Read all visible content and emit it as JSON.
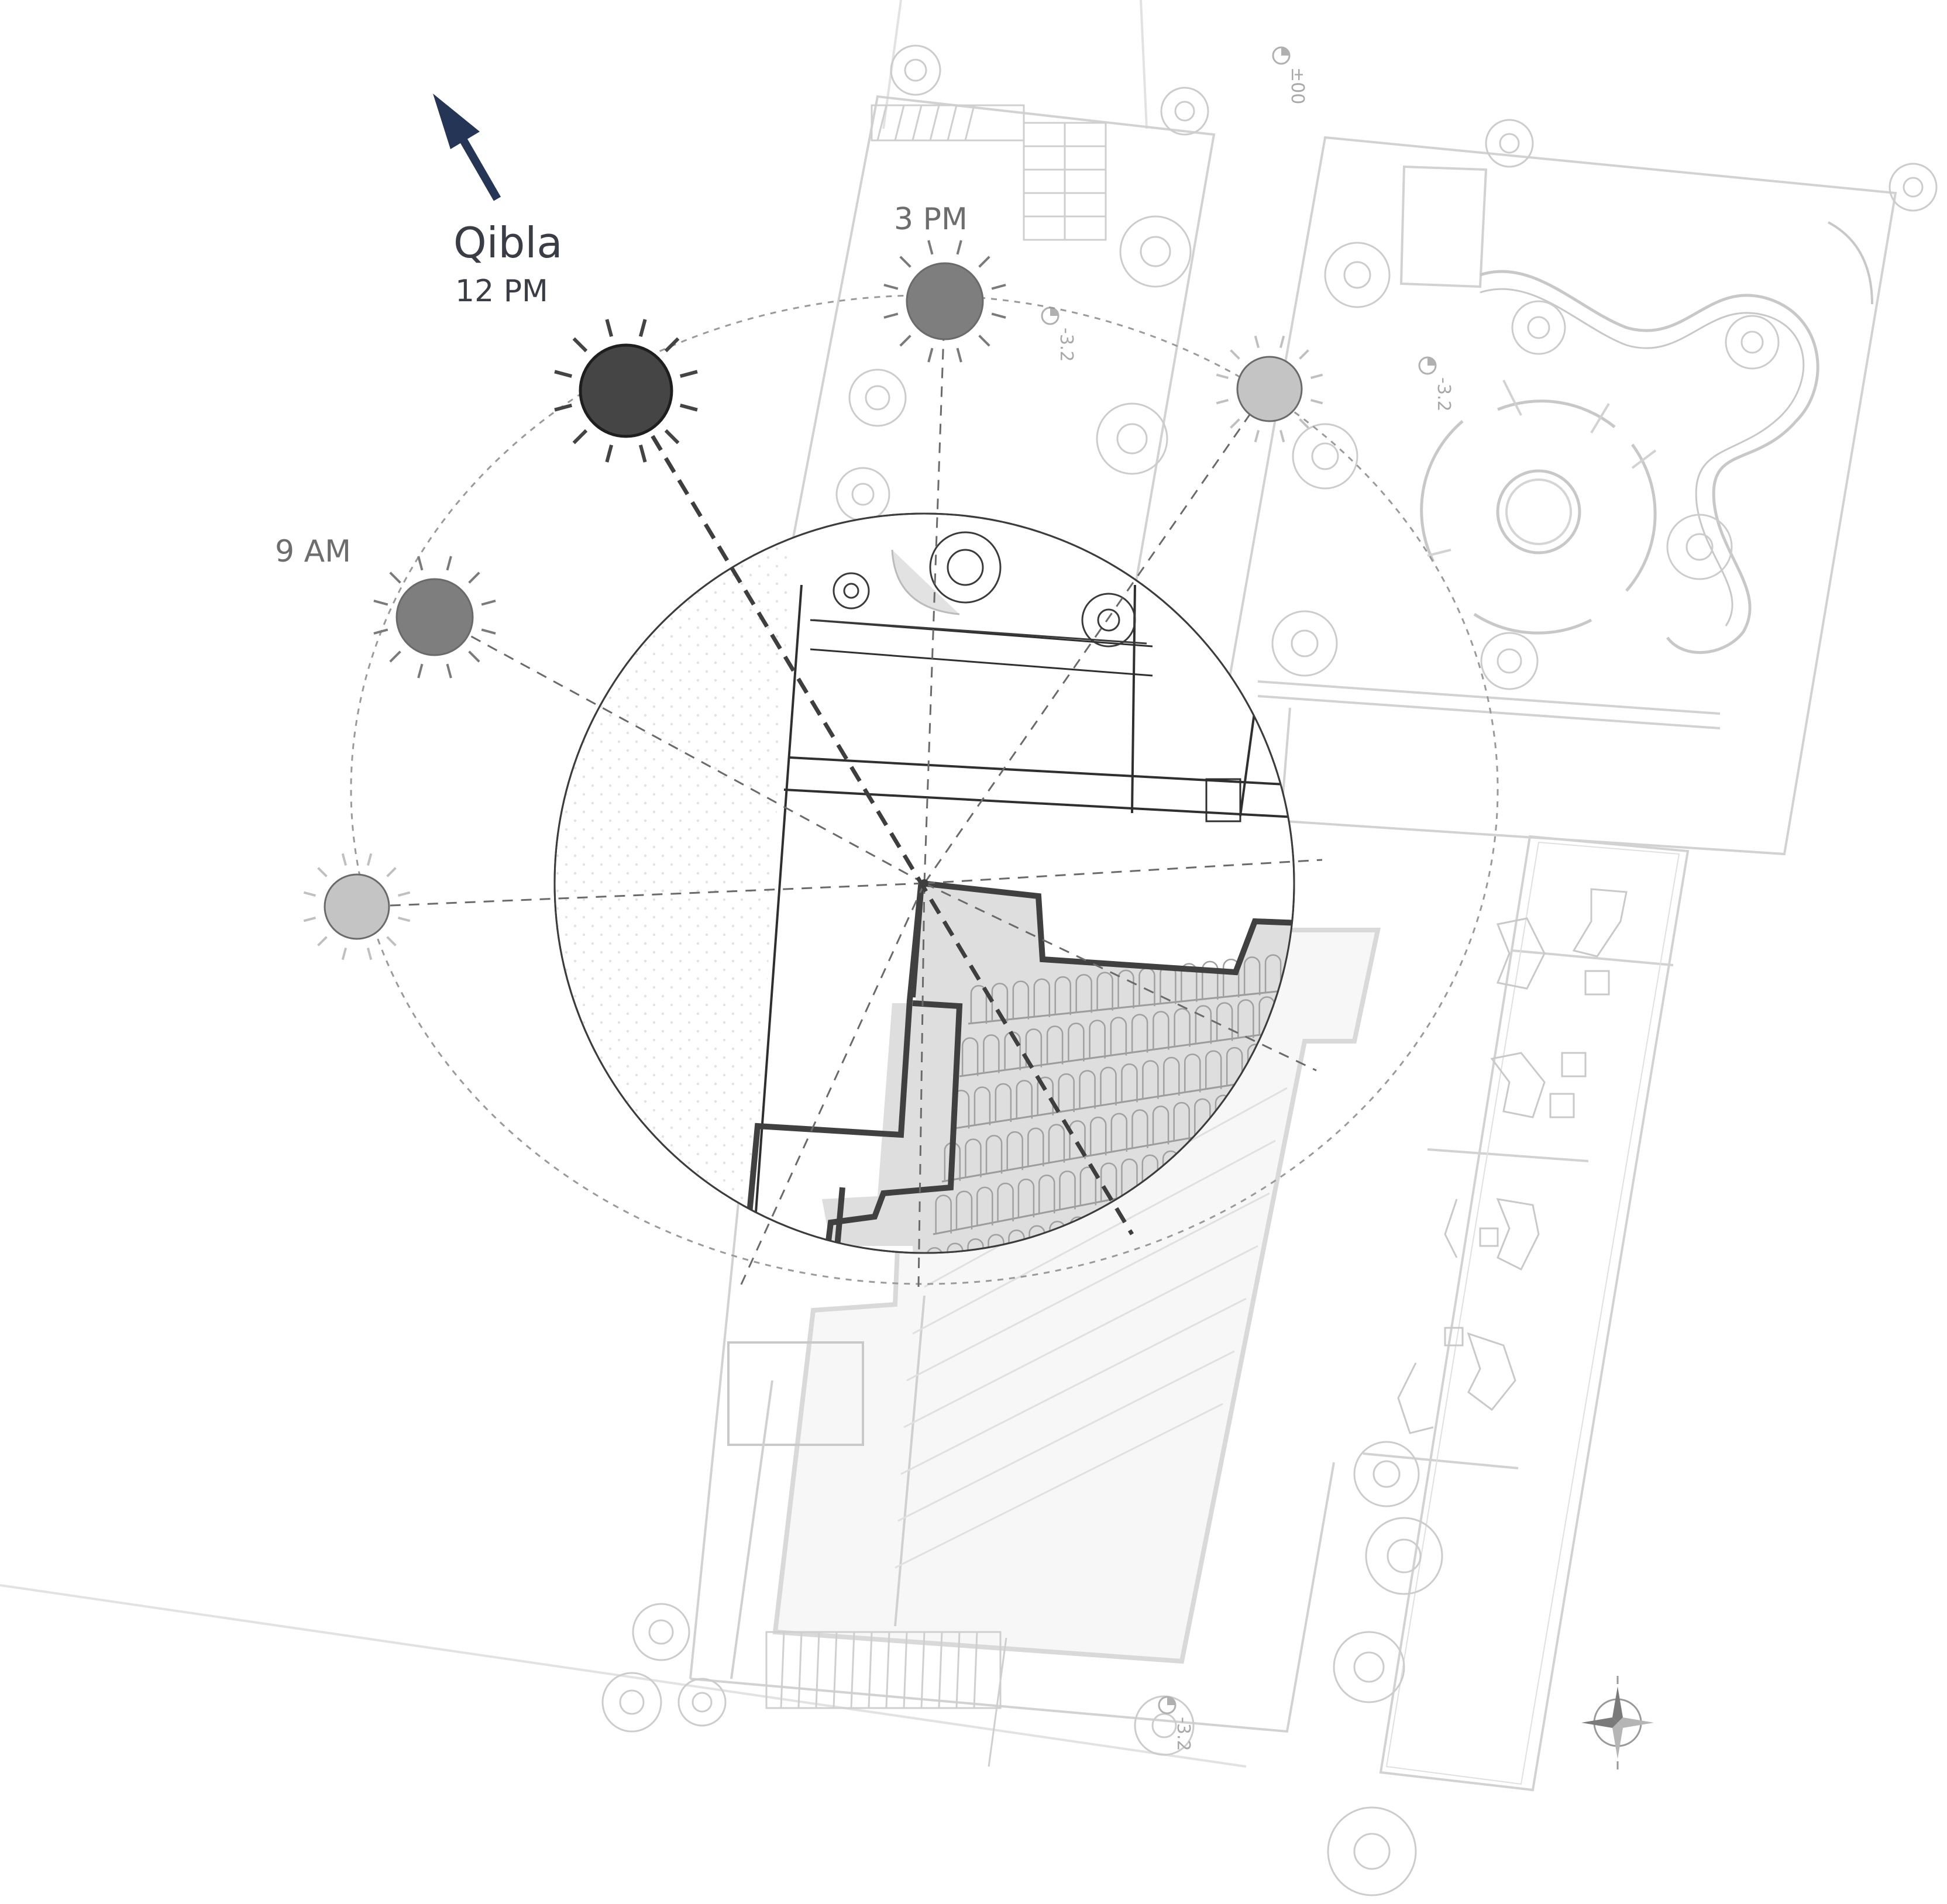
{
  "labels": {
    "qibla": "Qibla",
    "noon": "12 PM",
    "morning": "9 AM",
    "afternoon": "3 PM"
  },
  "elevations": [
    "±00",
    "-3.2",
    "-3.2",
    "-3.2"
  ],
  "sun_positions": [
    {
      "id": "sunrise",
      "shade": "light"
    },
    {
      "id": "9am",
      "shade": "medium"
    },
    {
      "id": "12pm",
      "shade": "dark"
    },
    {
      "id": "3pm",
      "shade": "medium"
    },
    {
      "id": "sunset",
      "shade": "light"
    }
  ],
  "colors": {
    "qibla_arrow": "#243556",
    "sun_dark": "#454545",
    "sun_medium": "#7e7e7e",
    "sun_light": "#c4c4c4",
    "building_fill": "#dedede",
    "plan_line": "#cfcfcf"
  }
}
